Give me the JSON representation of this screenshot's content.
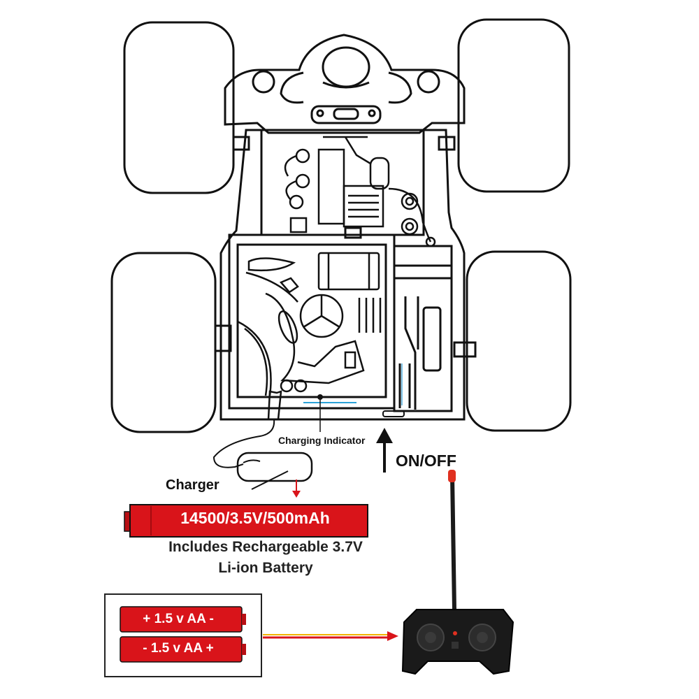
{
  "labels": {
    "charging_indicator": "Charging Indicator",
    "on_off": "ON/OFF",
    "charger": "Charger",
    "battery_spec": "14500/3.5V/500mAh",
    "battery_desc_line1": "Includes Rechargeable 3.7V",
    "battery_desc_line2": "Li-ion Battery",
    "aa_battery_1": "+ 1.5 v AA -",
    "aa_battery_2": "- 1.5 v AA +"
  },
  "colors": {
    "battery_red": "#d9141a",
    "line": "#111111",
    "remote_body": "#1a1a1a",
    "antenna_tip": "#e03020"
  }
}
